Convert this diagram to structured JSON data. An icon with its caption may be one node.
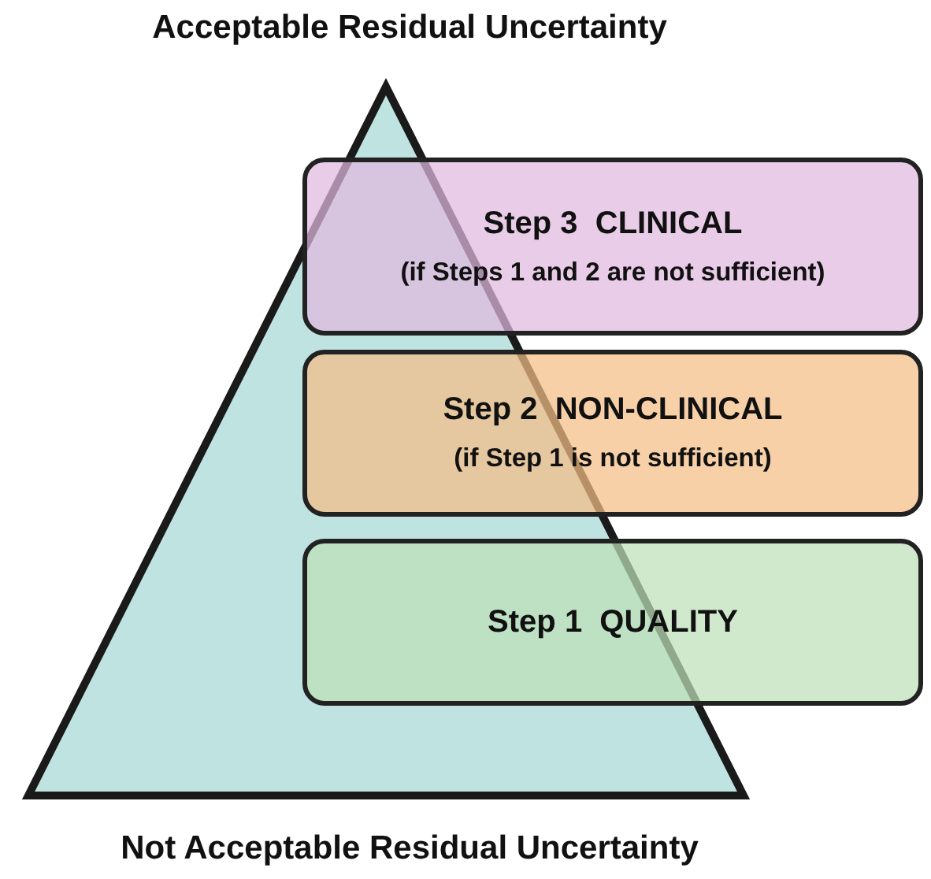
{
  "diagram": {
    "nodes": [
      {
        "text": [
          "Step 3  CLINICAL",
          "(if Steps 1 and 2 are not sufficient)"
        ]
      },
      {
        "text": [
          "Step 2  NON-CLINICAL",
          "(if Step 1 is not sufficient)"
        ]
      },
      {
        "text": [
          "Step 1  QUALITY"
        ]
      }
    ],
    "labels": [
      "Acceptable Residual Uncertainty",
      "Not Acceptable Residual Uncertainty"
    ]
  }
}
